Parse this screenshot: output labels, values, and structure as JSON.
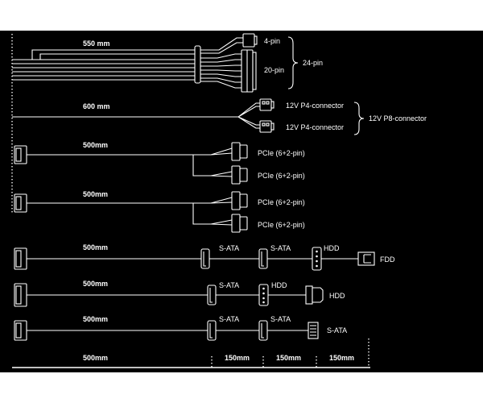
{
  "colors": {
    "page": "#ffffff",
    "background": "#000000",
    "foreground": "#ffffff"
  },
  "atx_cable": {
    "length": "550 mm",
    "connector_a": "4-pin",
    "connector_b": "20-pin",
    "combined": "24-pin"
  },
  "cpu_cable": {
    "length": "600 mm",
    "connector_a": "12V P4-connector",
    "connector_b": "12V P4-connector",
    "combined": "12V P8-connector"
  },
  "pcie_cables": [
    {
      "length": "500mm",
      "connectors": [
        "PCIe (6+2-pin)",
        "PCIe (6+2-pin)"
      ]
    },
    {
      "length": "500mm",
      "connectors": [
        "PCIe (6+2-pin)",
        "PCIe (6+2-pin)"
      ]
    }
  ],
  "peripheral_cables": [
    {
      "length": "500mm",
      "connectors": [
        "S-ATA",
        "S-ATA",
        "HDD",
        "FDD"
      ]
    },
    {
      "length": "500mm",
      "connectors": [
        "S-ATA",
        "HDD",
        "HDD"
      ]
    },
    {
      "length": "500mm",
      "connectors": [
        "S-ATA",
        "S-ATA",
        "S-ATA"
      ]
    }
  ],
  "length_scale": {
    "segments": [
      "500mm",
      "150mm",
      "150mm",
      "150mm"
    ]
  }
}
